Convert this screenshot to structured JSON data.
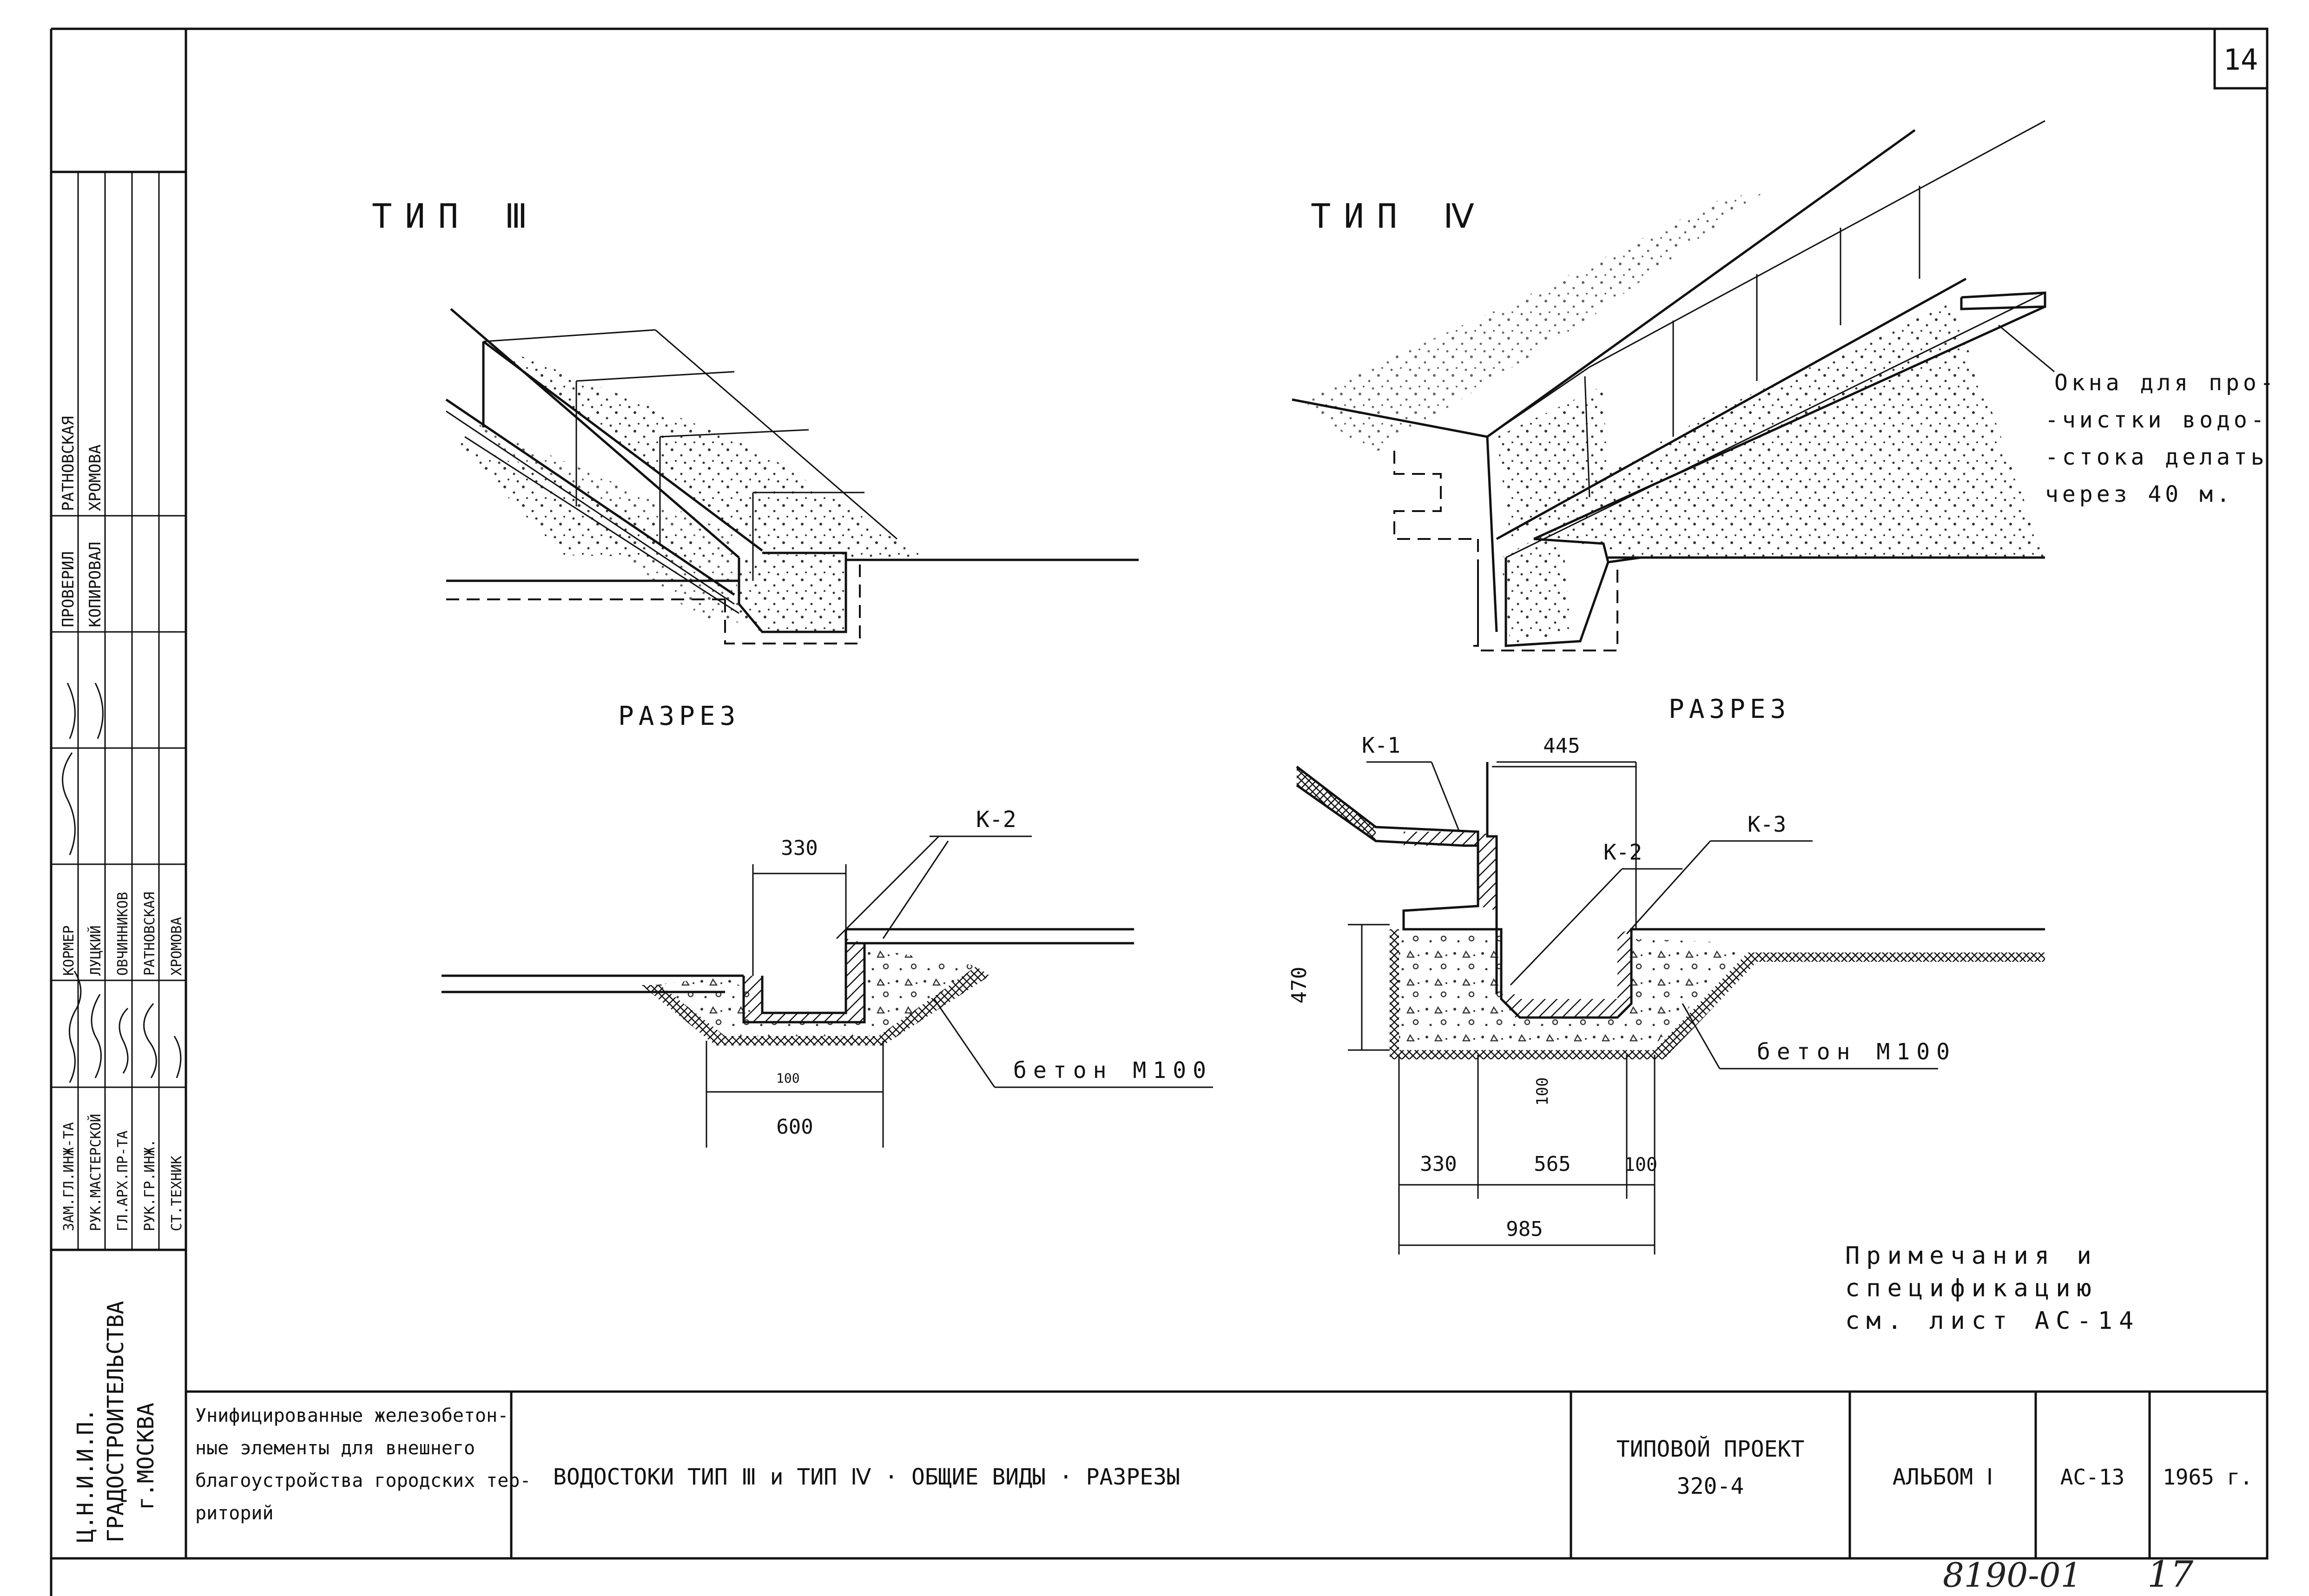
{
  "sheet_number": "14",
  "views": {
    "type3": {
      "title": "ТИП Ⅲ",
      "section_title": "РАЗРЕЗ",
      "labels": {
        "k2": "К-2",
        "concrete": "бетон М100"
      },
      "dims": {
        "d330": "330",
        "d600": "600",
        "d100": "100"
      }
    },
    "type4": {
      "title": "ТИП Ⅳ",
      "section_title": "РАЗРЕЗ",
      "labels": {
        "k1": "К-1",
        "k2": "К-2",
        "k3": "К-3",
        "concrete": "бетон М100"
      },
      "dims": {
        "d445": "445",
        "d470": "470",
        "d100": "100",
        "d330": "330",
        "d565": "565",
        "d100b": "100",
        "d985": "985"
      }
    }
  },
  "window_note": [
    "Окна для про-",
    "-чистки водо-",
    "-стока делать",
    "через 40 м."
  ],
  "notes": [
    "Примечания и",
    "спецификацию",
    "см. лист АС-14"
  ],
  "sidebar": {
    "institute": [
      "Ц.Н.И.И.П.",
      "ГРАДОСТРОИТЕЛЬСТВА",
      "г.МОСКВА"
    ],
    "roles": [
      "ЗАМ.ГЛ.ИНЖ-ТА",
      "РУК.МАСТЕРСКОЙ",
      "ГЛ.АРХ.ПР-ТА",
      "РУК.ГР.ИНЖ.",
      "СТ.ТЕХНИК"
    ],
    "names": [
      "КОРМЕР",
      "ЛУЦКИЙ",
      "ОВЧИННИКОВ",
      "РАТНОВСКАЯ",
      "ХРОМОВА"
    ],
    "check_roles": [
      "ПРОВЕРИЛ",
      "КОПИРОВАЛ"
    ],
    "check_names": [
      "РАТНОВСКАЯ",
      "ХРОМОВА"
    ]
  },
  "title_block": {
    "description": [
      "Унифицированные железобетон-",
      "ные элементы для внешнего",
      "благоустройства городских тер-",
      "риторий"
    ],
    "drawing_title": "ВОДОСТОКИ ТИП Ⅲ и ТИП Ⅳ  ·  ОБЩИЕ ВИДЫ  ·  РАЗРЕЗЫ",
    "project": [
      "ТИПОВОЙ ПРОЕКТ",
      "320-4"
    ],
    "album": "АЛЬБОМ Ⅰ",
    "sheet_code": "АС-13",
    "year": "1965 г."
  },
  "handwritten": {
    "code": "8190-01",
    "page": "17"
  }
}
